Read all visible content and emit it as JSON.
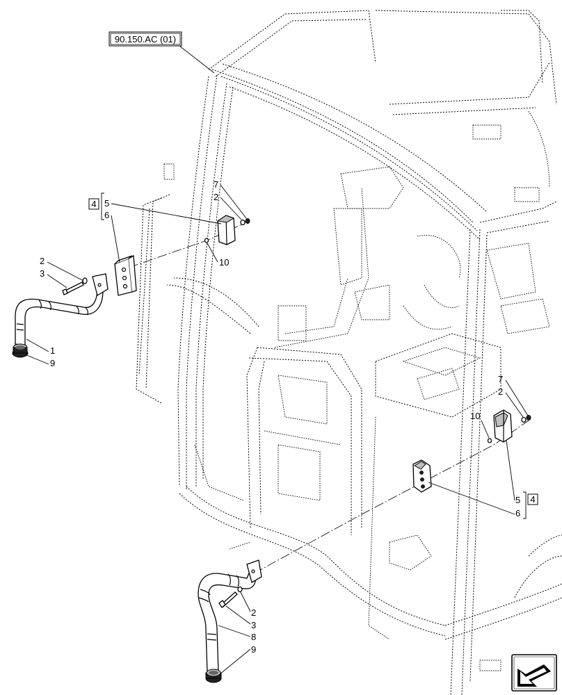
{
  "reference_box": {
    "text": "90.150.AC (01)"
  },
  "nav": {
    "icon": "next-page-arrow-icon"
  },
  "groups": {
    "upper": {
      "box": "4",
      "a": "5",
      "b": "6"
    },
    "lower": {
      "box": "4",
      "a": "5",
      "b": "6"
    }
  },
  "callouts": {
    "upper_left": {
      "c2": "2",
      "c3": "3",
      "c1": "1",
      "c9": "9"
    },
    "upper_mid": {
      "c7": "7",
      "c2": "2",
      "c10": "10"
    },
    "lower_right": {
      "c7": "7",
      "c2": "2",
      "c10": "10"
    },
    "lower_left": {
      "c2": "2",
      "c3": "3",
      "c8": "8",
      "c9": "9"
    }
  }
}
